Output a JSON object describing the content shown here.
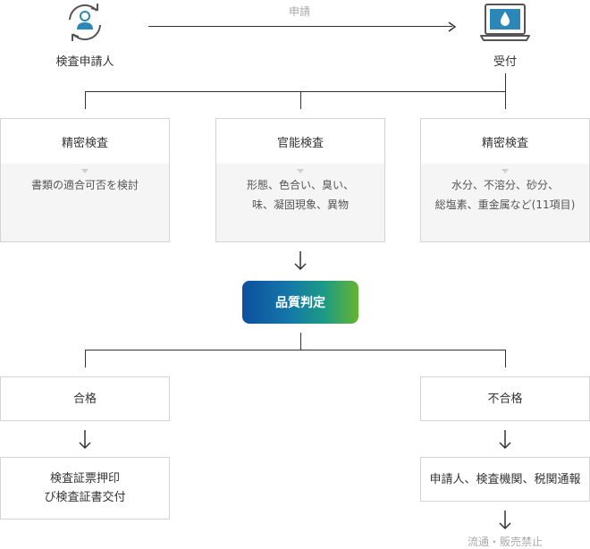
{
  "applicant": {
    "label": "検査申請人"
  },
  "request": {
    "label": "申請"
  },
  "reception": {
    "label": "受付"
  },
  "inspections": [
    {
      "title": "精密検査",
      "lines": [
        "書類の適合可否を検討"
      ]
    },
    {
      "title": "官能検査",
      "lines": [
        "形態、色合い、臭い、",
        "味、凝固現象、異物"
      ]
    },
    {
      "title": "精密検査",
      "lines": [
        "水分、不溶分、砂分、",
        "総塩素、重金属など(11項目)"
      ]
    }
  ],
  "judgement": {
    "label": "品質判定"
  },
  "pass": {
    "label": "合格",
    "result_lines": [
      "検査証票押印",
      "び検査証書交付"
    ]
  },
  "fail": {
    "label": "不合格",
    "result": "申請人、検査機関、税関通報",
    "final": "流通・販売禁止"
  },
  "colors": {
    "line": "#333333",
    "border": "#d4d4d4",
    "panel_bg": "#f5f5f5",
    "icon_blue": "#2a87b8",
    "gradient": [
      "#0d4fa0",
      "#64b431"
    ]
  },
  "icons": {
    "applicant": "person-cycle-icon",
    "reception": "laptop-water-drop-icon"
  }
}
